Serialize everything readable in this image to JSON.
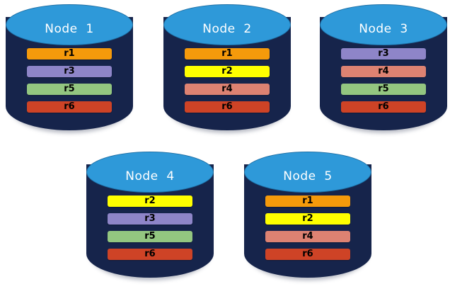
{
  "diagram": {
    "type": "replica-placement-diagram",
    "background": "#ffffff",
    "node_body_color": "#16244b",
    "node_top_color": "#2e99d9",
    "title_text_color": "#ffffff"
  },
  "replica_colors": {
    "r1": "#f59a0b",
    "r2": "#ffff00",
    "r3": "#8e85c8",
    "r4": "#dd8272",
    "r5": "#93c680",
    "r6": "#ce4326"
  },
  "nodes": [
    {
      "id": "node-1",
      "title": "Node  1",
      "replicas": [
        {
          "label": "r1",
          "color": "#f59a0b"
        },
        {
          "label": "r3",
          "color": "#8e85c8"
        },
        {
          "label": "r5",
          "color": "#93c680"
        },
        {
          "label": "r6",
          "color": "#ce4326"
        }
      ]
    },
    {
      "id": "node-2",
      "title": "Node  2",
      "replicas": [
        {
          "label": "r1",
          "color": "#f59a0b"
        },
        {
          "label": "r2",
          "color": "#ffff00"
        },
        {
          "label": "r4",
          "color": "#dd8272"
        },
        {
          "label": "r6",
          "color": "#ce4326"
        }
      ]
    },
    {
      "id": "node-3",
      "title": "Node  3",
      "replicas": [
        {
          "label": "r3",
          "color": "#8e85c8"
        },
        {
          "label": "r4",
          "color": "#dd8272"
        },
        {
          "label": "r5",
          "color": "#93c680"
        },
        {
          "label": "r6",
          "color": "#ce4326"
        }
      ]
    },
    {
      "id": "node-4",
      "title": "Node  4",
      "replicas": [
        {
          "label": "r2",
          "color": "#ffff00"
        },
        {
          "label": "r3",
          "color": "#8e85c8"
        },
        {
          "label": "r5",
          "color": "#93c680"
        },
        {
          "label": "r6",
          "color": "#ce4326"
        }
      ]
    },
    {
      "id": "node-5",
      "title": "Node  5",
      "replicas": [
        {
          "label": "r1",
          "color": "#f59a0b"
        },
        {
          "label": "r2",
          "color": "#ffff00"
        },
        {
          "label": "r4",
          "color": "#dd8272"
        },
        {
          "label": "r6",
          "color": "#ce4326"
        }
      ]
    }
  ]
}
